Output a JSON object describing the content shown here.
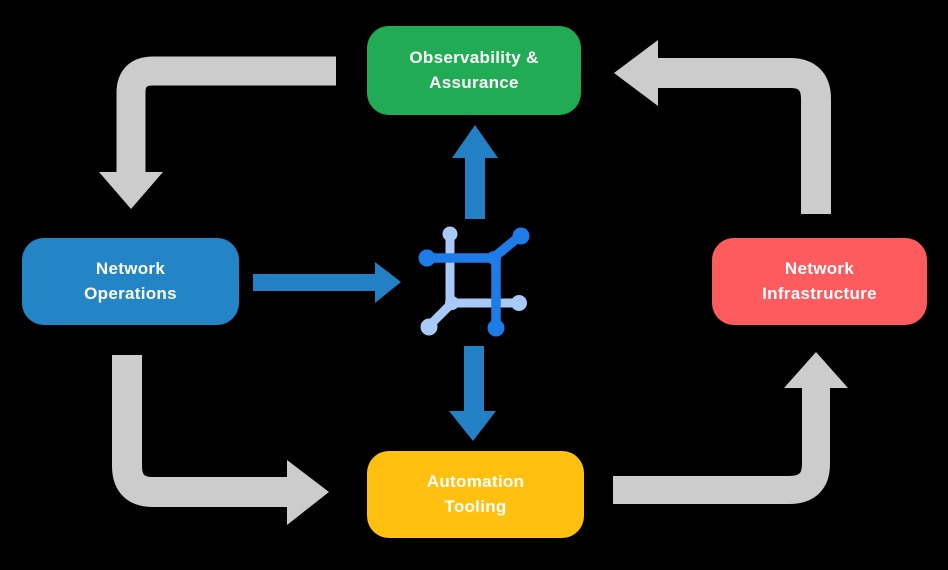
{
  "diagram": {
    "title": "network automation lifecycle diagram",
    "nodes": {
      "observability": {
        "label": "Observability &\nAssurance",
        "color": "#22AB55"
      },
      "operations": {
        "label": "Network\nOperations",
        "color": "#2385C6"
      },
      "infrastructure": {
        "label": "Network\nInfrastructure",
        "color": "#FD5B5D"
      },
      "automation": {
        "label": "Automation\nTooling",
        "color": "#FFC010"
      }
    },
    "center_icon": {
      "name": "network-nodes-icon",
      "primary": "#1E7CE8",
      "secondary": "#A9C9F7"
    },
    "arrows": [
      {
        "name": "observability-to-operations",
        "style": "gray"
      },
      {
        "name": "operations-to-automation",
        "style": "gray"
      },
      {
        "name": "automation-to-infrastructure",
        "style": "gray"
      },
      {
        "name": "infrastructure-to-observability",
        "style": "gray"
      },
      {
        "name": "operations-to-platform",
        "style": "blue"
      },
      {
        "name": "platform-to-observability",
        "style": "blue"
      },
      {
        "name": "platform-to-automation",
        "style": "blue"
      }
    ],
    "palette": {
      "background": "#000000",
      "gray_arrow": "#CCCCCC",
      "blue_arrow": "#2480C4",
      "icon_primary": "#1E7CE8",
      "icon_secondary": "#A9C9F7",
      "text": "#FFFFFF"
    }
  }
}
